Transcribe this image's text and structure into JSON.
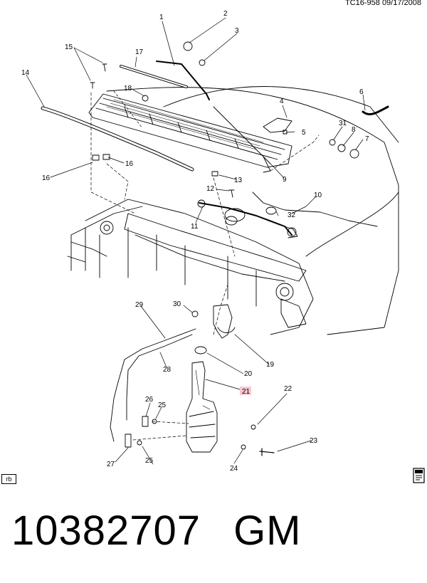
{
  "header": {
    "code": "TC16-958",
    "date": "09/17/2008"
  },
  "callouts": {
    "c1": "1",
    "c2": "2",
    "c3": "3",
    "c4": "4",
    "c5": "5",
    "c6": "6",
    "c7": "7",
    "c8": "8",
    "c9": "9",
    "c10": "10",
    "c11": "11",
    "c12": "12",
    "c13": "13",
    "c14": "14",
    "c15": "15",
    "c16a": "16",
    "c16b": "16",
    "c17": "17",
    "c18": "18",
    "c19": "19",
    "c20": "20",
    "c21": "21",
    "c22": "22",
    "c23": "23",
    "c24": "24",
    "c25a": "25",
    "c25b": "25",
    "c26": "26",
    "c27": "27",
    "c28": "28",
    "c29": "29",
    "c30": "30",
    "c31": "31",
    "c32": "32"
  },
  "highlighted_callout": "21",
  "footer": {
    "part_number": "10382707",
    "brand": "GM",
    "badge": "rb"
  },
  "icons": {
    "corner_icon": "catalog-book-icon"
  }
}
